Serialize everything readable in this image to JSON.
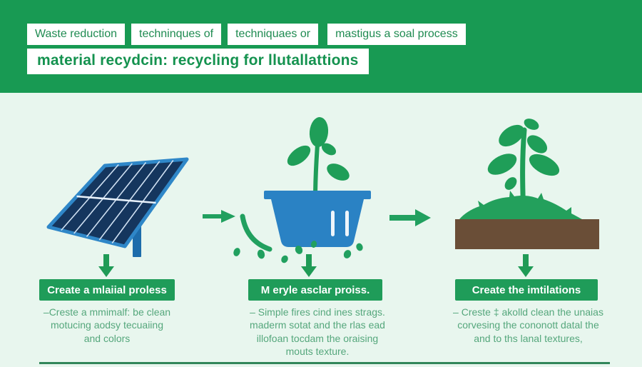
{
  "header": {
    "bg_color": "#189a53",
    "tags": [
      {
        "label": "Waste reduction"
      },
      {
        "label": "techninques of"
      },
      {
        "label": "techniquaes or"
      },
      {
        "label": "mastigus a soal process"
      }
    ],
    "title": "material recydcin: recycling for llutallattions"
  },
  "steps": [
    {
      "illustration": "solar-panel",
      "caption": "Create a mlaiial proless",
      "description": "–Creste a mmimalf: be clean\nmotucing aodsy tecuaiing\nand colors"
    },
    {
      "illustration": "seedling-in-blue-pot",
      "caption": "M eryle asclar proiss.",
      "description": "– Simple fires cind ines strags.\nmaderm sotat and the rlas ead\nillofoan tocdam the oraising\nmouts texture."
    },
    {
      "illustration": "plant-on-soil-mound",
      "caption": "Create the imtilations",
      "description": "– Creste ‡ akolld clean the unaias\ncorvesing the cononott datal the\nand to ths lanal textures,"
    }
  ],
  "colors": {
    "header_green": "#189a53",
    "accent_green": "#1f9b56",
    "caption_green": "#1f9c59",
    "description_text": "#55a77c",
    "background": "#e8f6ee",
    "pot_blue": "#2a82c4",
    "panel_navy": "#15365e",
    "panel_frame_blue": "#2f87c8",
    "stand_blue": "#1d6cab",
    "soil_brown": "#6a4e37"
  }
}
